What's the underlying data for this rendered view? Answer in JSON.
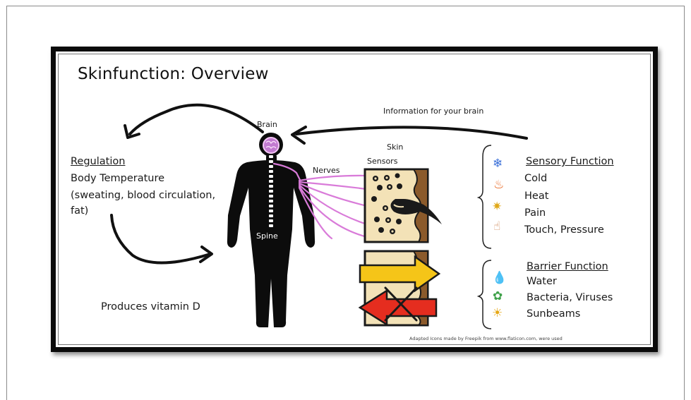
{
  "title": "Skinfunction: Overview",
  "labels": {
    "brain": "Brain",
    "spine": "Spine",
    "nerves": "Nerves",
    "skin": "Skin",
    "sensors": "Sensors",
    "information": "Information for your brain",
    "vitamin": "Produces vitamin D"
  },
  "regulation": {
    "heading": "Regulation",
    "line1": "Body Temperature",
    "line2": "(sweating, blood circulation,",
    "line3": "fat)"
  },
  "sensory": {
    "heading": "Sensory Function",
    "items": [
      "Cold",
      "Heat",
      "Pain",
      "Touch, Pressure"
    ],
    "icons": [
      "snowflake-icon",
      "flame-icon",
      "pain-icon",
      "touch-icon"
    ]
  },
  "barrier": {
    "heading": "Barrier Function",
    "items": [
      "Water",
      "Bacteria, Viruses",
      "Sunbeams"
    ],
    "icons": [
      "water-drop-icon",
      "bacteria-icon",
      "sun-icon"
    ]
  },
  "credit": "Adapted Icons made by Freepik from www.flaticon.com, were used",
  "colors": {
    "nerve": "#d97bd9",
    "skin_fill": "#f3e2b7",
    "skin_edge": "#8b5a2b",
    "arrow_in": "#f5c518",
    "arrow_out": "#e52d1f",
    "frame": "#0b0b0b"
  }
}
